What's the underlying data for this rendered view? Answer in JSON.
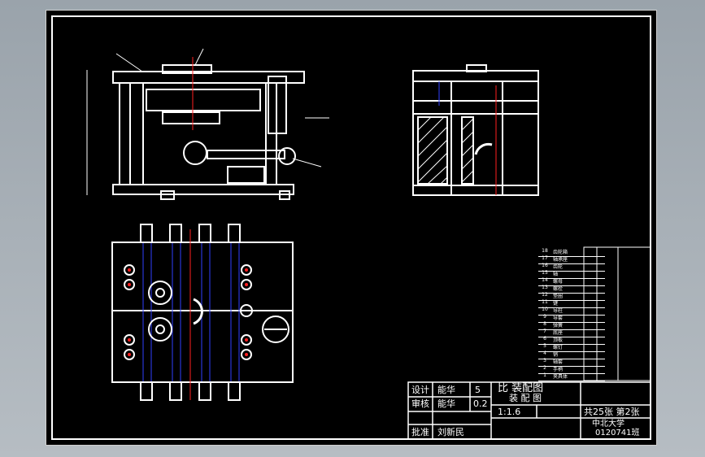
{
  "title_block": {
    "row1_role": "设计",
    "row1_name": "能华",
    "row1_extra": "5",
    "row2_role": "审核",
    "row2_name": "能华",
    "row2_extra": "0.2",
    "row3_role": "批准",
    "row3_name": "刘新民",
    "drawing_title_1": "比 装配图",
    "drawing_title_2": "装 配 图",
    "scale": "1:1.6",
    "sheet_info": "共25张 第2张",
    "school_1": "中北大学",
    "school_2": "0120741班"
  },
  "parts_list": [
    {
      "num": "18",
      "name": "齿轮箱"
    },
    {
      "num": "17",
      "name": "轴承座"
    },
    {
      "num": "16",
      "name": "齿轮"
    },
    {
      "num": "15",
      "name": "轴"
    },
    {
      "num": "14",
      "name": "螺母"
    },
    {
      "num": "13",
      "name": "螺栓"
    },
    {
      "num": "12",
      "name": "垫圈"
    },
    {
      "num": "11",
      "name": "键"
    },
    {
      "num": "10",
      "name": "导柱"
    },
    {
      "num": "9",
      "name": "导套"
    },
    {
      "num": "8",
      "name": "弹簧"
    },
    {
      "num": "7",
      "name": "底座"
    },
    {
      "num": "6",
      "name": "顶板"
    },
    {
      "num": "5",
      "name": "螺钉"
    },
    {
      "num": "4",
      "name": "销"
    },
    {
      "num": "3",
      "name": "轴套"
    },
    {
      "num": "2",
      "name": "手柄"
    },
    {
      "num": "1",
      "name": "夹具体"
    }
  ],
  "colors": {
    "line": "#ffffff",
    "center": "#ff2020",
    "hidden": "#3040ff",
    "hatch": "#ffffff"
  }
}
